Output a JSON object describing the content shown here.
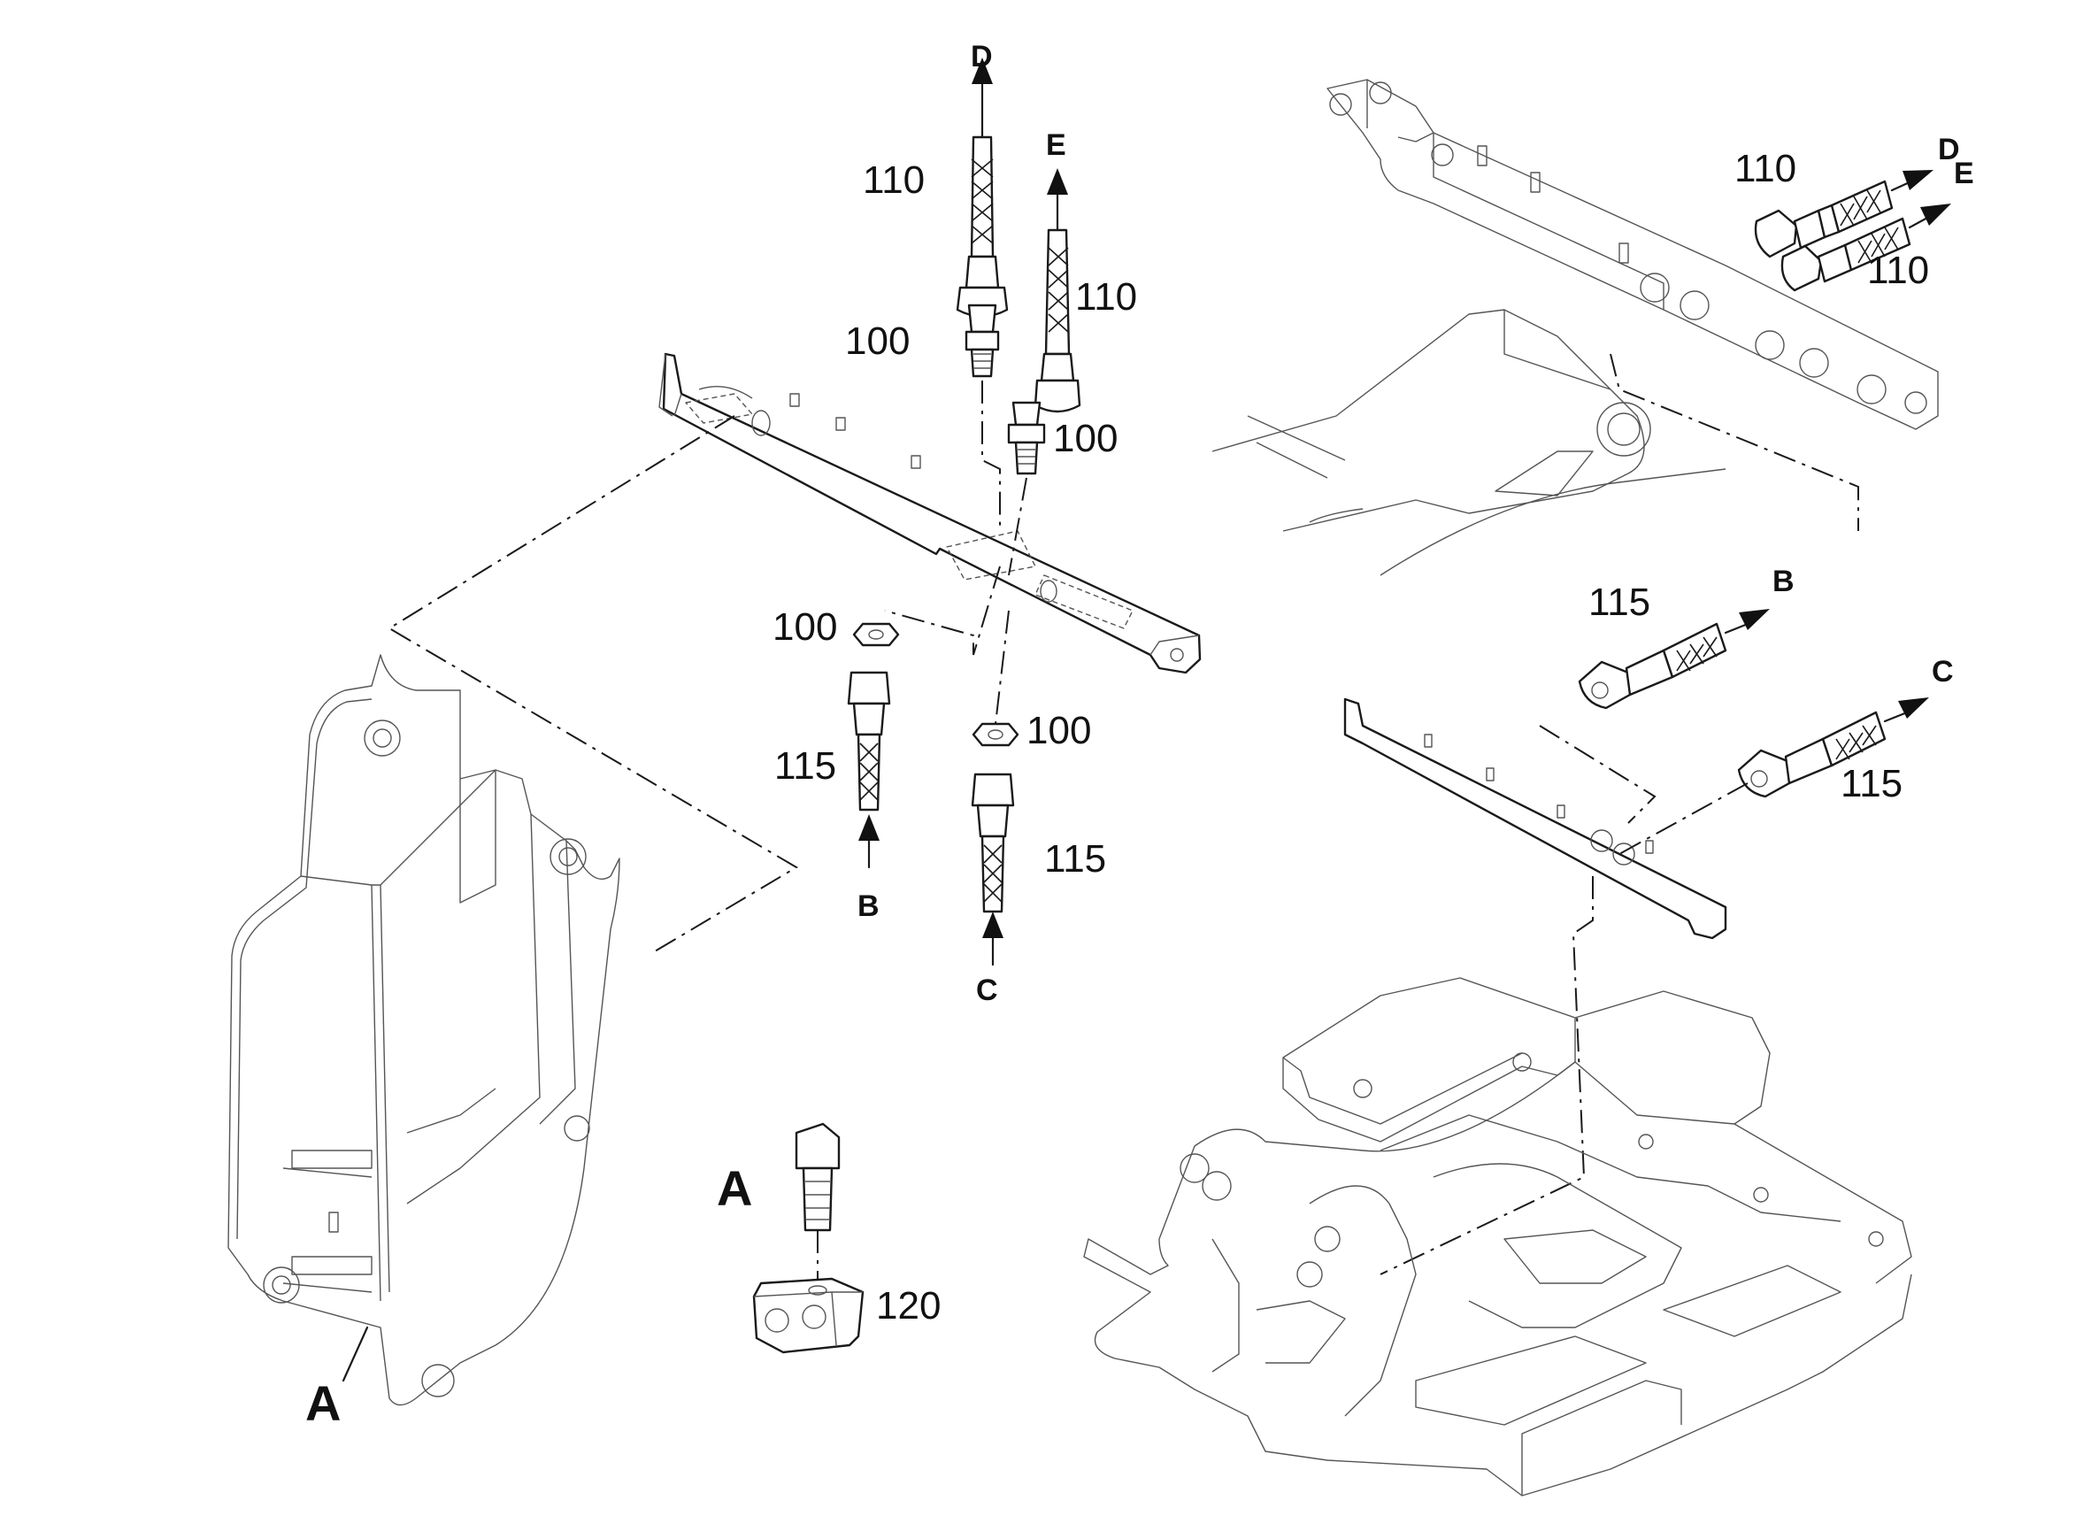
{
  "labels": {
    "p110a": "110",
    "p110b": "110",
    "p110c": "110",
    "p110d": "110",
    "p100a": "100",
    "p100b": "100",
    "p100c": "100",
    "p100d": "100",
    "p115a": "115",
    "p115b": "115",
    "p115c": "115",
    "p115d": "115",
    "p120": "120",
    "connD1": "D",
    "connE1": "E",
    "connB1": "B",
    "connC1": "C",
    "connD2": "D",
    "connE2": "E",
    "connB2": "B",
    "connC2": "C",
    "viewA1": "A",
    "viewA2": "A"
  }
}
